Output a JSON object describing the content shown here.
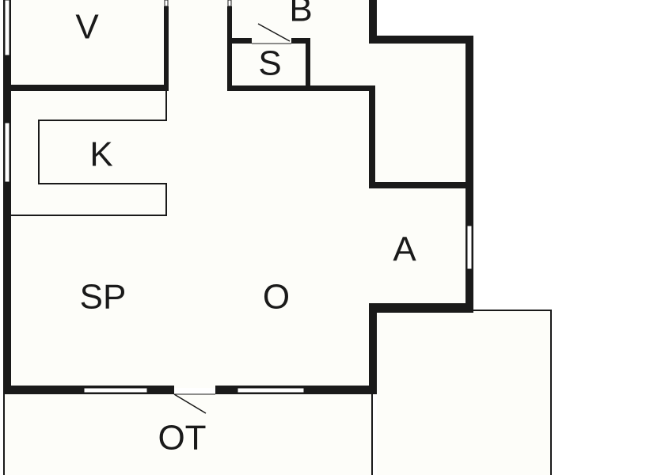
{
  "floor_plan": {
    "background": "#fdfdf9",
    "wall_color": "#1a1a1a",
    "rooms": {
      "v": "V",
      "b": "B",
      "s": "S",
      "k": "K",
      "a": "A",
      "sp": "SP",
      "o": "O",
      "ot": "OT"
    }
  }
}
